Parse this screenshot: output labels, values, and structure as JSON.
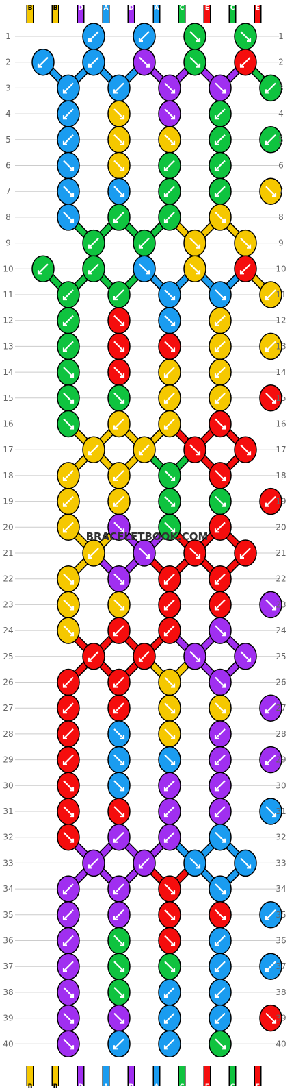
{
  "pattern": {
    "watermark": "BRACELETBOOK.COM",
    "rows": 40,
    "strand_letters": [
      "B",
      "B",
      "D",
      "A",
      "D",
      "A",
      "C",
      "E",
      "C",
      "E"
    ],
    "strand_colors": {
      "A": "#1a9cf0",
      "B": "#f5c800",
      "C": "#0fc33f",
      "D": "#a02ff0",
      "E": "#f50d0d"
    },
    "knot_rows": [
      [
        "A",
        "A",
        "C",
        "C"
      ],
      [
        "A",
        "A",
        "D",
        "C",
        "E"
      ],
      [
        "A",
        "A",
        "D",
        "D",
        "C"
      ],
      [
        "A",
        "B",
        "D",
        "C"
      ],
      [
        "A",
        "B",
        "B",
        "C",
        "C"
      ],
      [
        "A",
        "B",
        "C",
        "C"
      ],
      [
        "A",
        "A",
        "C",
        "C",
        "B"
      ],
      [
        "A",
        "C",
        "C",
        "B"
      ],
      [
        "C",
        "C",
        "B",
        "B"
      ],
      [
        "C",
        "C",
        "A",
        "B",
        "E"
      ],
      [
        "C",
        "C",
        "A",
        "A",
        "B"
      ],
      [
        "C",
        "E",
        "A",
        "B"
      ],
      [
        "C",
        "E",
        "E",
        "B",
        "B"
      ],
      [
        "C",
        "E",
        "B",
        "B"
      ],
      [
        "C",
        "C",
        "B",
        "B",
        "E"
      ],
      [
        "C",
        "B",
        "B",
        "E"
      ],
      [
        "B",
        "B",
        "E",
        "E"
      ],
      [
        "B",
        "B",
        "C",
        "E"
      ],
      [
        "B",
        "B",
        "C",
        "C",
        "E"
      ],
      [
        "B",
        "D",
        "C",
        "E"
      ],
      [
        "B",
        "D",
        "E",
        "E"
      ],
      [
        "B",
        "D",
        "E",
        "E"
      ],
      [
        "B",
        "B",
        "E",
        "E",
        "D"
      ],
      [
        "B",
        "E",
        "E",
        "D"
      ],
      [
        "E",
        "E",
        "D",
        "D"
      ],
      [
        "E",
        "E",
        "B",
        "D"
      ],
      [
        "E",
        "E",
        "B",
        "B",
        "D"
      ],
      [
        "E",
        "A",
        "B",
        "D"
      ],
      [
        "E",
        "A",
        "A",
        "D",
        "D"
      ],
      [
        "E",
        "A",
        "D",
        "D"
      ],
      [
        "E",
        "E",
        "D",
        "D",
        "A"
      ],
      [
        "E",
        "D",
        "D",
        "A"
      ],
      [
        "D",
        "D",
        "A",
        "A"
      ],
      [
        "D",
        "D",
        "E",
        "A"
      ],
      [
        "D",
        "D",
        "E",
        "E",
        "A"
      ],
      [
        "D",
        "C",
        "E",
        "A"
      ],
      [
        "D",
        "C",
        "C",
        "A",
        "A"
      ],
      [
        "D",
        "C",
        "A",
        "A"
      ],
      [
        "D",
        "D",
        "A",
        "A",
        "E"
      ],
      [
        "D",
        "A",
        "A",
        "C"
      ]
    ],
    "knot_arrows": [
      [
        "sw",
        "sw",
        "se",
        "se"
      ],
      [
        "sw",
        "sw",
        "se",
        "se",
        "sw"
      ],
      [
        "sw",
        "sw",
        "se",
        "se",
        "sw"
      ],
      [
        "sw",
        "se",
        "se",
        "sw"
      ],
      [
        "sw",
        "se",
        "se",
        "sw",
        "sw"
      ],
      [
        "se",
        "se",
        "sw",
        "sw"
      ],
      [
        "se",
        "se",
        "sw",
        "sw",
        "se"
      ],
      [
        "se",
        "sw",
        "sw",
        "se"
      ],
      [
        "sw",
        "sw",
        "se",
        "se"
      ],
      [
        "sw",
        "sw",
        "se",
        "se",
        "sw"
      ],
      [
        "sw",
        "sw",
        "se",
        "se",
        "sw"
      ],
      [
        "sw",
        "se",
        "se",
        "sw"
      ],
      [
        "sw",
        "se",
        "se",
        "sw",
        "sw"
      ],
      [
        "se",
        "se",
        "sw",
        "sw"
      ],
      [
        "se",
        "se",
        "sw",
        "sw",
        "se"
      ],
      [
        "se",
        "sw",
        "sw",
        "se"
      ],
      [
        "sw",
        "sw",
        "se",
        "se"
      ],
      [
        "sw",
        "sw",
        "se",
        "se",
        "sw"
      ],
      [
        "sw",
        "sw",
        "se",
        "se",
        "sw"
      ],
      [
        "sw",
        "se",
        "se",
        "sw"
      ],
      [
        "sw",
        "se",
        "se",
        "sw",
        "sw"
      ],
      [
        "se",
        "se",
        "sw",
        "sw"
      ],
      [
        "se",
        "se",
        "sw",
        "sw",
        "se"
      ],
      [
        "se",
        "sw",
        "sw",
        "se"
      ],
      [
        "sw",
        "sw",
        "se",
        "se"
      ],
      [
        "sw",
        "sw",
        "se",
        "se",
        "sw"
      ],
      [
        "sw",
        "sw",
        "se",
        "se",
        "sw"
      ],
      [
        "sw",
        "se",
        "se",
        "sw"
      ],
      [
        "sw",
        "se",
        "se",
        "sw",
        "sw"
      ],
      [
        "se",
        "se",
        "sw",
        "sw"
      ],
      [
        "se",
        "se",
        "sw",
        "sw",
        "se"
      ],
      [
        "se",
        "sw",
        "sw",
        "se"
      ],
      [
        "sw",
        "sw",
        "se",
        "se"
      ],
      [
        "sw",
        "sw",
        "se",
        "se",
        "sw"
      ],
      [
        "sw",
        "sw",
        "se",
        "se",
        "sw"
      ],
      [
        "sw",
        "se",
        "se",
        "sw"
      ],
      [
        "sw",
        "se",
        "se",
        "sw",
        "sw"
      ],
      [
        "se",
        "se",
        "sw",
        "sw"
      ],
      [
        "se",
        "se",
        "sw",
        "sw",
        "se"
      ],
      [
        "se",
        "sw",
        "sw",
        "se"
      ]
    ]
  }
}
